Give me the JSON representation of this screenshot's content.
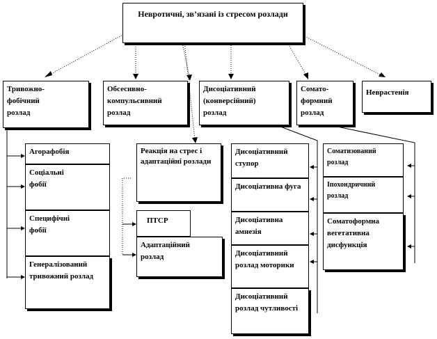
{
  "root": {
    "title": "Невротичні, зв’язані із стресом розлади"
  },
  "categories": [
    {
      "id": "anxiety",
      "label": "Тривожно-фобічний розлад"
    },
    {
      "id": "ocd",
      "label": "Обсесивно-компульсивний розлад"
    },
    {
      "id": "dissociative",
      "label": "Дисоціативний (конверсійний) розлад"
    },
    {
      "id": "somatoform",
      "label": "Сомато-формний розлад"
    },
    {
      "id": "neurasthenia",
      "label": "Неврастенія"
    }
  ],
  "anxiety_items": [
    "Агорафобія",
    "Соціальні фобії",
    "Специфічні фобії",
    "Генералізований тривожний розлад"
  ],
  "stress": {
    "title": "Реакція на стрес і адаптаційні розлади",
    "items": [
      "ПТСР",
      "Адаптаційний розлад"
    ]
  },
  "dissociative_items": [
    "Дисоціативний ступор",
    "Дисоціативна фуга",
    "Дисоціативна амнезія",
    "Дисоціативний розлад моторики",
    "Дисоціативний розлад чутливості"
  ],
  "somatoform_items": [
    "Соматизований розлад",
    "Іпохондричний розлад",
    "Соматоформна вегетативна дисфункція"
  ]
}
